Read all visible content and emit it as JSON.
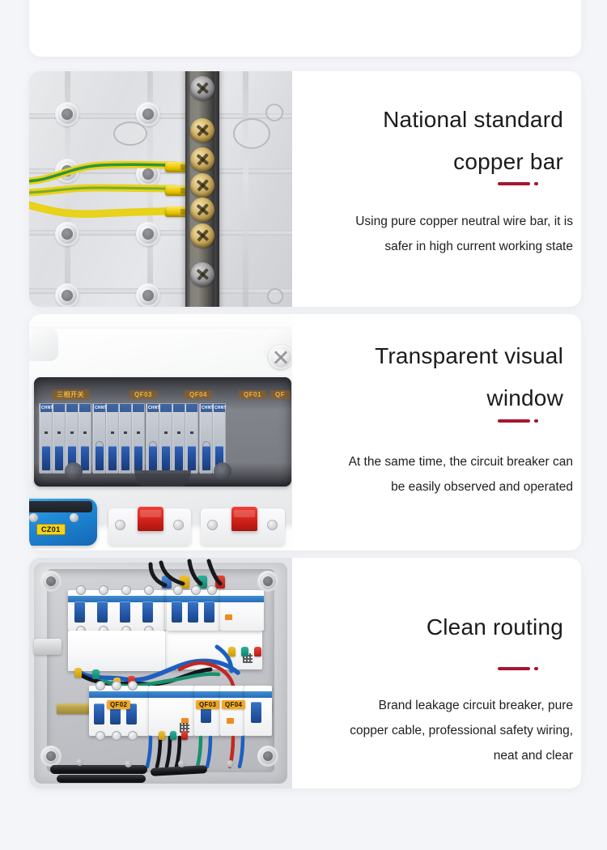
{
  "page": {
    "background_color": "#f4f5f8",
    "card_background": "#ffffff",
    "accent_color": "#a8152f",
    "text_color": "#1b1b1b"
  },
  "cards": [
    {
      "id": "card-top",
      "heading": "",
      "body": "",
      "photo_alt": "white-enclosure-bottom-tip",
      "clipped": true
    },
    {
      "id": "card-copper-bar",
      "heading_line1": "National standard",
      "heading_line2": "copper bar",
      "body_line1": "Using pure copper neutral wire bar, it is",
      "body_line2": "safer in high current working state",
      "photo_alt": "grey-enclosure-backplate-with-copper-neutral-bar-and-earth-wires"
    },
    {
      "id": "card-visual-window",
      "heading_line1": "Transparent visual",
      "heading_line2": "window",
      "body_line1": "At the same time, the circuit breaker can",
      "body_line2": "be easily observed and operated",
      "photo_alt": "white-distribution-box-with-smoked-transparent-window",
      "photo_labels": {
        "strip": [
          "三相开关",
          "QF03",
          "QF04",
          "QF01",
          "QF"
        ],
        "socket_tag": "CZ01",
        "breaker_brand": "CHNT"
      }
    },
    {
      "id": "card-clean-routing",
      "heading_line1": "Clean routing",
      "heading_line2": "",
      "body_line1": "Brand leakage circuit breaker, pure",
      "body_line2": "copper cable, professional safety wiring,",
      "body_line3": "neat and clear",
      "photo_alt": "open-distribution-box-interior-with-two-rows-of-breakers-and-tidy-wiring",
      "photo_labels": {
        "breakers": [
          "QF02",
          "QF03",
          "QF04"
        ],
        "wire_cap_colors": [
          "#2f6fc4",
          "#e8b81c",
          "#1aa38c",
          "#d42a24"
        ]
      }
    }
  ]
}
